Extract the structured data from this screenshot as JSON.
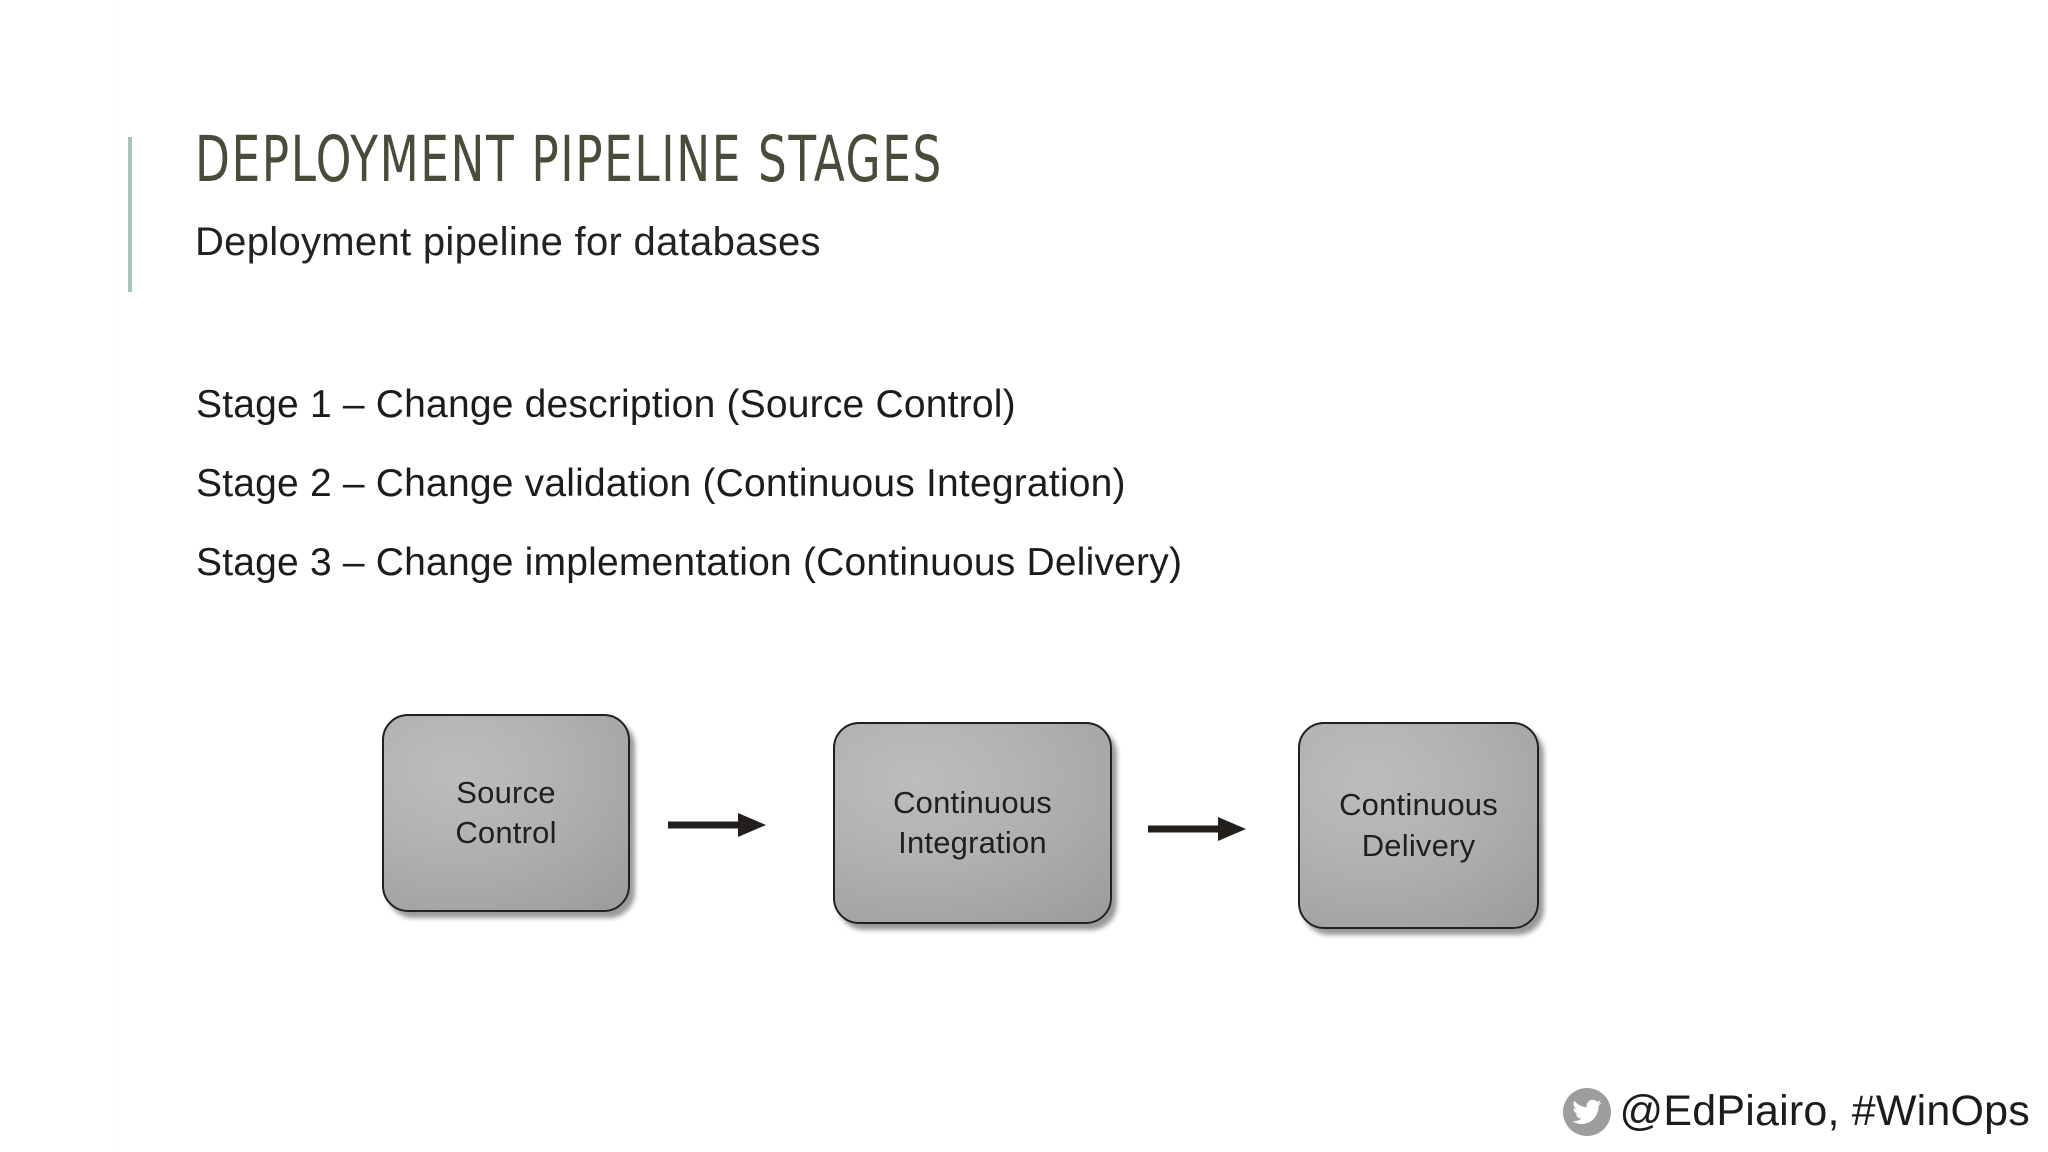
{
  "slide": {
    "title": "Deployment Pipeline Stages",
    "subtitle": "Deployment pipeline for databases",
    "accent_color": "#a9c4ba",
    "title_color": "#4b4b3a",
    "background_color": "#ffffff"
  },
  "stages": [
    {
      "label": "Stage 1 – Change description (Source Control)"
    },
    {
      "label": "Stage 2 – Change validation (Continuous Integration)"
    },
    {
      "label": "Stage 3 – Change implementation (Continuous Delivery)"
    }
  ],
  "diagram": {
    "type": "flow",
    "boxes": [
      {
        "id": "source-control",
        "label": "Source\nControl"
      },
      {
        "id": "continuous-integration",
        "label": "Continuous\nIntegration"
      },
      {
        "id": "continuous-delivery",
        "label": "Continuous\nDelivery"
      }
    ],
    "arrows": [
      {
        "from": "source-control",
        "to": "continuous-integration",
        "icon": "arrow-right-icon"
      },
      {
        "from": "continuous-integration",
        "to": "continuous-delivery",
        "icon": "arrow-right-icon"
      }
    ],
    "box_fill_color": "#b0b0b0",
    "box_border_color": "#231f1d",
    "arrow_color": "#231f1d"
  },
  "footer": {
    "icon": "twitter-bird-icon",
    "handle": "@EdPiairo, #WinOps",
    "icon_background": "#9d9d9d"
  }
}
